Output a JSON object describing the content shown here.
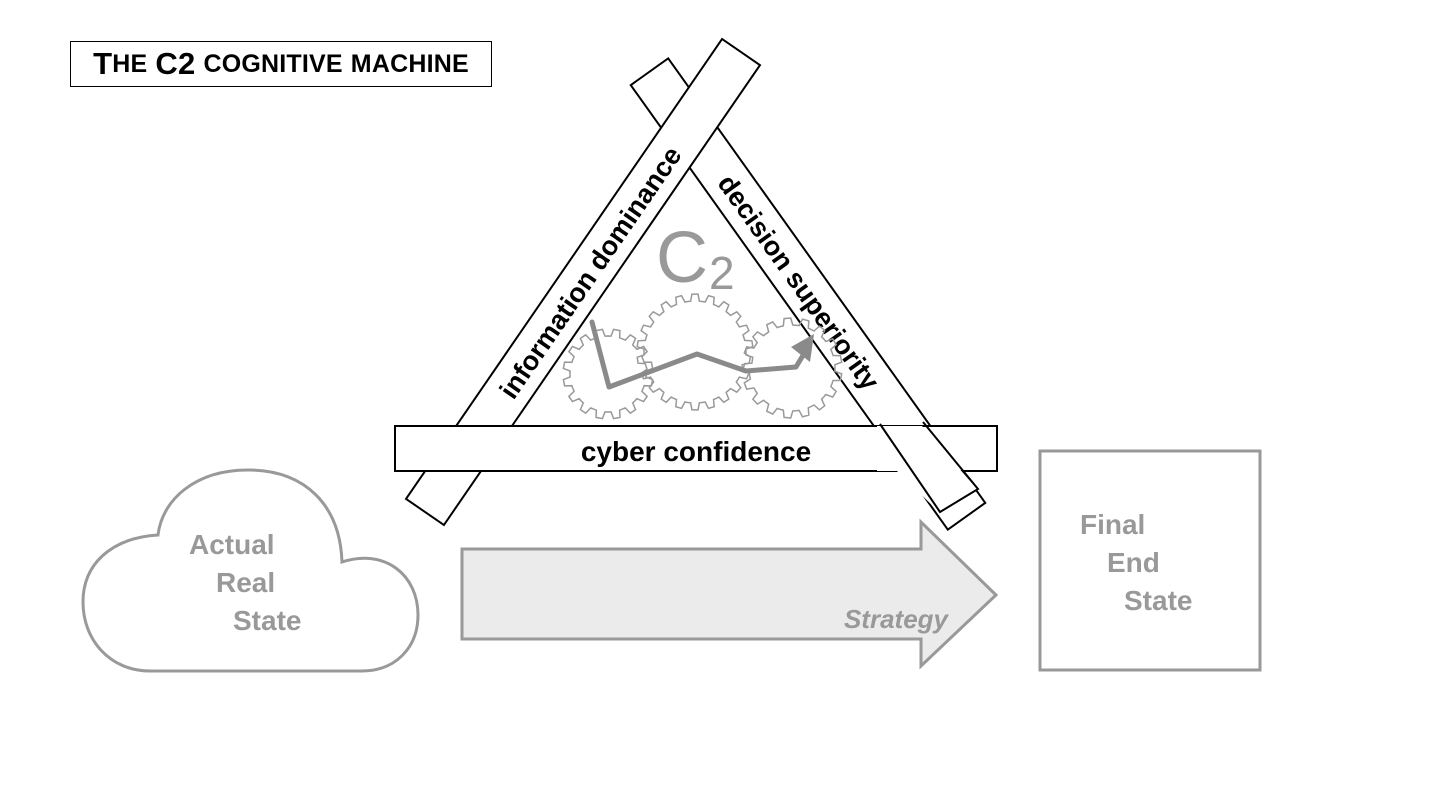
{
  "title": {
    "first_letter": "T",
    "first_rest": "HE",
    "c2": "C2",
    "rest_first_letters": [
      "C",
      "M"
    ],
    "rest_words": [
      "OGNITIVE",
      "ACHINE"
    ]
  },
  "triangle": {
    "left_bar": "information dominance",
    "right_bar": "decision superiority",
    "bottom_bar": "cyber confidence"
  },
  "center": {
    "c": "C",
    "subscript": "2"
  },
  "cloud": {
    "lines": [
      "Actual",
      "Real",
      "State"
    ]
  },
  "arrow": {
    "label": "Strategy"
  },
  "end_box": {
    "lines": [
      "Final",
      "End",
      "State"
    ]
  },
  "colors": {
    "ink": "#000000",
    "grey": "#999999",
    "arrow_fill": "#ebebeb",
    "outline_grey": "#999999"
  }
}
